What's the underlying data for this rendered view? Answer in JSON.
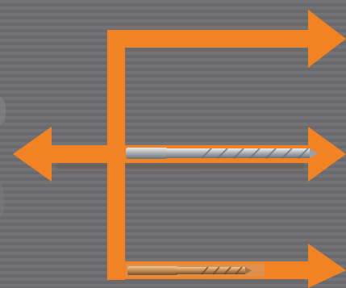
{
  "background": {
    "base_color": "#737375",
    "stripe_color": "#6a6a6c",
    "texture": "horizontal-stripes"
  },
  "diagram": {
    "arrow_color": "#f28325",
    "arrow_shadow_color": "#6a3c17",
    "arrows": [
      {
        "name": "top-right-arrow",
        "direction": "right"
      },
      {
        "name": "middle-right-arrow",
        "direction": "right"
      },
      {
        "name": "bottom-right-arrow",
        "direction": "right"
      },
      {
        "name": "left-arrow",
        "direction": "left"
      }
    ],
    "items": [
      {
        "name": "silver-drill-bit",
        "finish": "silver",
        "color": "#b9bcc0"
      },
      {
        "name": "gold-drill-bit",
        "finish": "gold",
        "color": "#c48a52"
      }
    ]
  }
}
